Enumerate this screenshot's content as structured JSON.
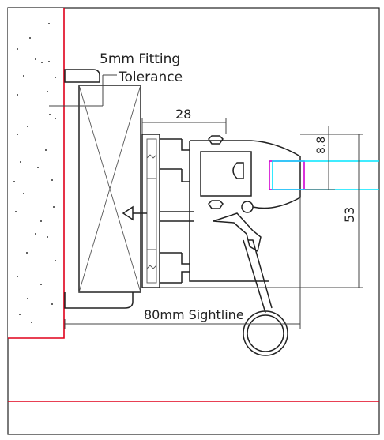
{
  "labels": {
    "fitting_tolerance_line1": "5mm  Fitting",
    "fitting_tolerance_line2": "Tolerance",
    "dim_28": "28",
    "dim_8_8": "8.8",
    "dim_53": "53",
    "sightline": "80mm  Sightline"
  },
  "colors": {
    "wall_edge": "#e0001a",
    "glass": "#00e5ff",
    "glass_inner": "#d000d0",
    "line": "#222222"
  }
}
